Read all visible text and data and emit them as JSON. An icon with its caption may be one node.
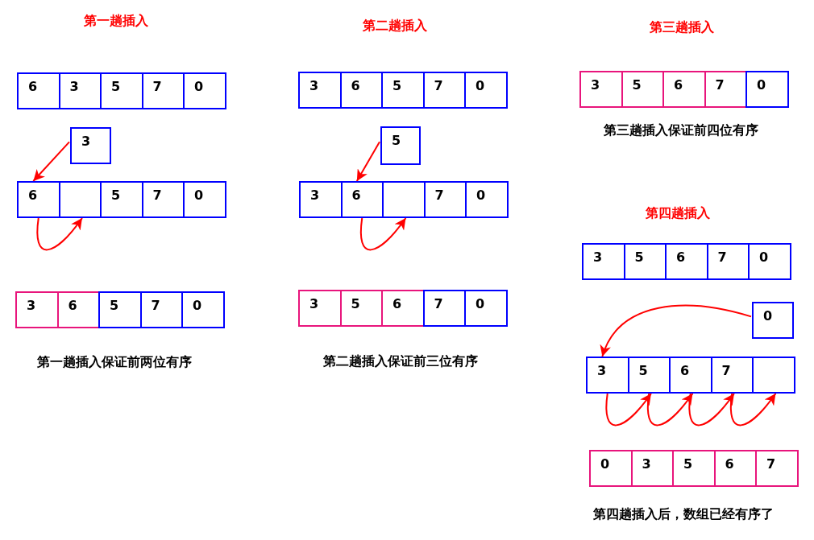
{
  "diagram": {
    "nodes": [
      {
        "text": [
          "6"
        ]
      },
      {
        "text": [
          "3"
        ]
      },
      {
        "text": [
          "5"
        ]
      },
      {
        "text": [
          "7"
        ]
      },
      {
        "text": [
          "0"
        ]
      },
      {
        "text": [
          "3"
        ]
      },
      {
        "text": [
          "6"
        ]
      },
      {
        "text": [],
        "shape": "box"
      },
      {
        "text": [
          "5"
        ]
      },
      {
        "text": [
          "7"
        ]
      },
      {
        "text": [
          "0"
        ]
      },
      {
        "text": [
          "3"
        ]
      },
      {
        "text": [
          "6"
        ]
      },
      {
        "text": [
          "5"
        ]
      },
      {
        "text": [
          "7"
        ]
      },
      {
        "text": [
          "0"
        ]
      },
      {
        "text": [
          "3"
        ]
      },
      {
        "text": [
          "6"
        ]
      },
      {
        "text": [
          "5"
        ]
      },
      {
        "text": [
          "7"
        ]
      },
      {
        "text": [
          "0"
        ]
      },
      {
        "text": [
          "5"
        ]
      },
      {
        "text": [
          "3"
        ]
      },
      {
        "text": [
          "6"
        ]
      },
      {
        "text": [],
        "shape": "box"
      },
      {
        "text": [
          "7"
        ]
      },
      {
        "text": [
          "0"
        ]
      },
      {
        "text": [
          "3"
        ]
      },
      {
        "text": [
          "5"
        ]
      },
      {
        "text": [
          "6"
        ]
      },
      {
        "text": [
          "7"
        ]
      },
      {
        "text": [
          "0"
        ]
      },
      {
        "text": [
          "3"
        ]
      },
      {
        "text": [
          "5"
        ]
      },
      {
        "text": [
          "6"
        ]
      },
      {
        "text": [
          "7"
        ]
      },
      {
        "text": [
          "0"
        ]
      },
      {
        "text": [
          "3"
        ]
      },
      {
        "text": [
          "5"
        ]
      },
      {
        "text": [
          "6"
        ]
      },
      {
        "text": [
          "7"
        ]
      },
      {
        "text": [
          "0"
        ]
      },
      {
        "text": [
          "0"
        ]
      },
      {
        "text": [
          "3"
        ]
      },
      {
        "text": [
          "5"
        ]
      },
      {
        "text": [
          "6"
        ]
      },
      {
        "text": [
          "7"
        ]
      },
      {
        "text": [],
        "shape": "box"
      },
      {
        "text": [
          "0"
        ]
      },
      {
        "text": [
          "3"
        ]
      },
      {
        "text": [
          "5"
        ]
      },
      {
        "text": [
          "6"
        ]
      },
      {
        "text": [
          "7"
        ]
      }
    ],
    "edges": [
      {
        "from": 5,
        "to": 6,
        "arrow": "to"
      },
      {
        "from": 6,
        "to": 7,
        "arrow": "to"
      },
      {
        "from": 21,
        "to": 23,
        "arrow": "to"
      },
      {
        "from": 23,
        "to": 24,
        "arrow": "to"
      },
      {
        "from": 42,
        "to": 43,
        "arrow": "to"
      },
      {
        "from": 43,
        "to": 44,
        "arrow": "to"
      },
      {
        "from": 44,
        "to": 45,
        "arrow": "to"
      },
      {
        "from": 45,
        "to": 46,
        "arrow": "to"
      },
      {
        "from": 46,
        "to": 47,
        "arrow": "to"
      }
    ],
    "labels": [
      "第一趟插入",
      "第二趟插入",
      "第三趟插入",
      "第三趟插入保证前四位有序",
      "第四趟插入",
      "第一趟插入保证前两位有序",
      "第二趟插入保证前三位有序",
      "第四趟插入后，数组已经有序了"
    ]
  }
}
